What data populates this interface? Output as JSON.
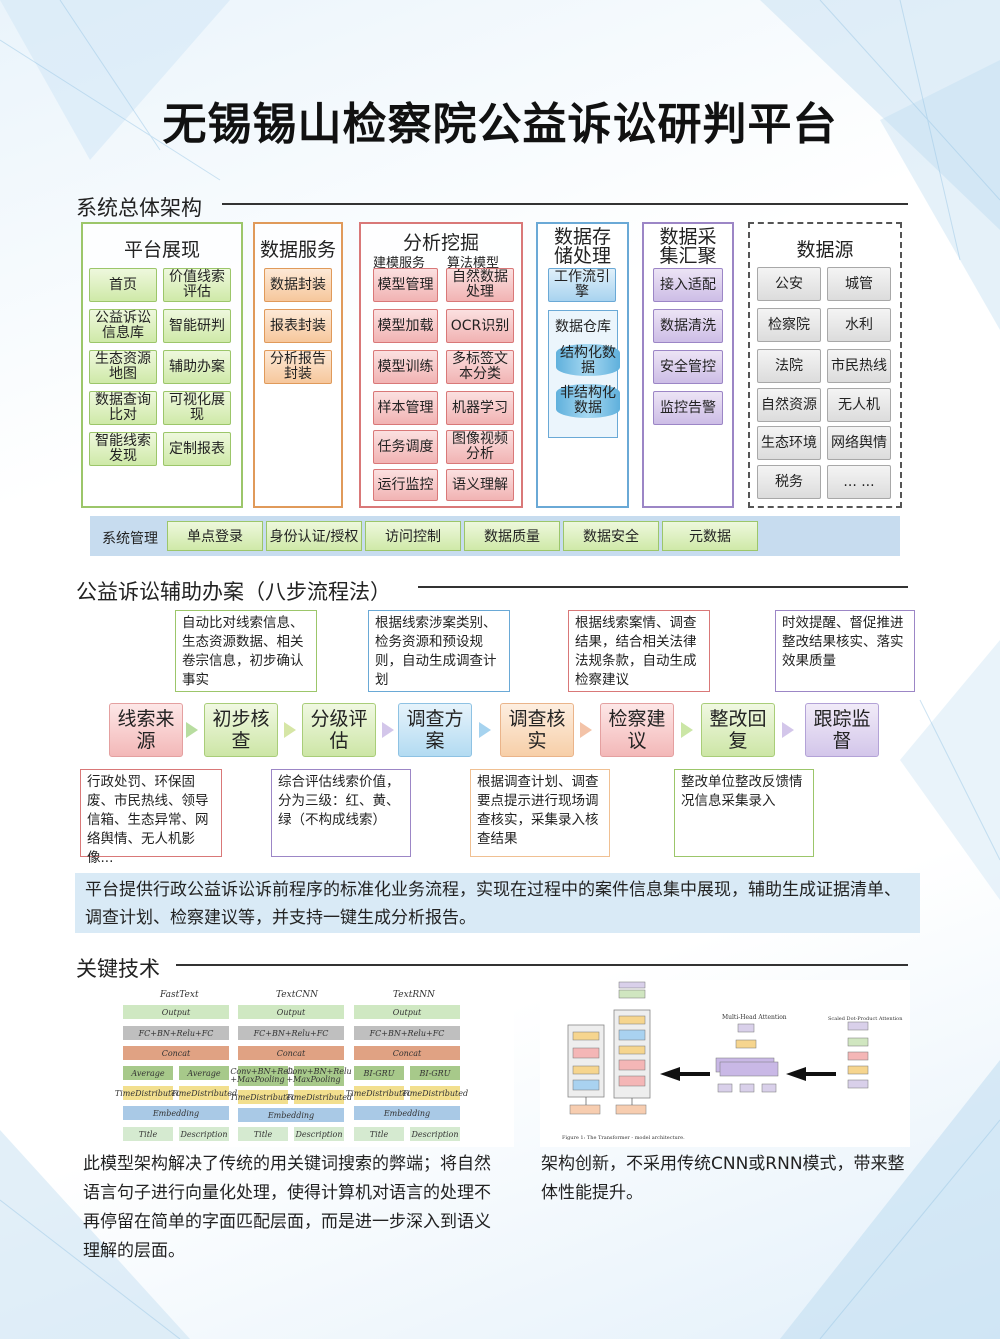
{
  "title": "无锡锡山检察院公益诉讼研判平台",
  "section1": {
    "heading": "系统总体架构",
    "platform": {
      "title": "平台展现",
      "items": [
        "首页",
        "价值线索评估",
        "公益诉讼信息库",
        "智能研判",
        "生态资源地图",
        "辅助办案",
        "数据查询比对",
        "可视化展现",
        "智能线索发现",
        "定制报表"
      ]
    },
    "service": {
      "title": "数据服务",
      "items": [
        "数据封装",
        "报表封装",
        "分析报告封装"
      ]
    },
    "mining": {
      "title": "分析挖掘",
      "sub1": "建模服务",
      "sub2": "算法模型",
      "items": [
        "模型管理",
        "自然数据处理",
        "模型加载",
        "OCR识别",
        "模型训练",
        "多标签文本分类",
        "样本管理",
        "机器学习",
        "任务调度",
        "图像视频分析",
        "运行监控",
        "语义理解"
      ]
    },
    "storage": {
      "title": "数据存储处理",
      "workflow": "工作流引擎",
      "warehouse": "数据仓库",
      "structured": "结构化数据",
      "unstructured": "非结构化数据"
    },
    "collect": {
      "title": "数据采集汇聚",
      "items": [
        "接入适配",
        "数据清洗",
        "安全管控",
        "监控告警"
      ]
    },
    "source": {
      "title": "数据源",
      "items": [
        "公安",
        "城管",
        "检察院",
        "水利",
        "法院",
        "市民热线",
        "自然资源",
        "无人机",
        "生态环境",
        "网络舆情",
        "税务",
        "... ..."
      ]
    },
    "system": {
      "label": "系统管理",
      "items": [
        "单点登录",
        "身份认证/授权",
        "访问控制",
        "数据质量",
        "数据安全",
        "元数据"
      ]
    }
  },
  "section2": {
    "heading": "公益诉讼辅助办案（八步流程法）",
    "steps": [
      "线索来源",
      "初步核查",
      "分级评估",
      "调查方案",
      "调查核实",
      "检察建议",
      "整改回复",
      "跟踪监督"
    ],
    "top_notes": [
      "自动比对线索信息、生态资源数据、相关卷宗信息，初步确认事实",
      "根据线索涉案类别、检务资源和预设规则，自动生成调查计划",
      "根据线索案情、调查结果，结合相关法律法规条款，自动生成检察建议",
      "时效提醒、督促推进整改结果核实、落实效果质量"
    ],
    "bottom_notes": [
      "行政处罚、环保固废、市民热线、领导信箱、生态异常、网络舆情、无人机影像...",
      "综合评估线索价值，分为三级：红、黄、绿（不构成线索）",
      "根据调查计划、调查要点提示进行现场调查核实，采集录入核查结果",
      "整改单位整改反馈情况信息采集录入"
    ],
    "summary": "平台提供行政公益诉讼诉前程序的标准化业务流程，实现在过程中的案件信息集中展现，辅助生成证据清单、调查计划、检察建议等，并支持一键生成分析报告。"
  },
  "section3": {
    "heading": "关键技术",
    "models": {
      "names": [
        "FastText",
        "TextCNN",
        "TextRNN"
      ],
      "output": "Output",
      "fc": [
        "FC+BN+Relu+FC",
        "FC+BN+Relu+FC",
        "FC+BN+Relu+FC"
      ],
      "concat": "Concat",
      "mid": [
        [
          "Average",
          "Average"
        ],
        [
          "Conv+BN+Relu +MaxPooling",
          "Conv+BN+Relu +MaxPooling"
        ],
        [
          "BI-GRU",
          "BI-GRU"
        ]
      ],
      "timedist": "TimeDistributed",
      "embedding": "Embedding",
      "inputs": [
        "Title",
        "Description"
      ]
    },
    "transformer": {
      "mha": "Multi-Head Attention",
      "sdpa": "Scaled Dot-Product Attention",
      "caption": "Figure 1: The Transformer - model architecture."
    },
    "text_left": "此模型架构解决了传统的用关键词搜索的弊端；将自然语言句子进行向量化处理，使得计算机对语言的处理不再停留在简单的字面匹配层面，而是进一步深入到语义理解的层面。",
    "text_right": "架构创新，不采用传统CNN或RNN模式，带来整体性能提升。"
  },
  "colors": {
    "green": "#9cc66a",
    "orange": "#e09a5a",
    "red": "#d97878",
    "blue": "#6aa9d6",
    "purple": "#9c86c6"
  }
}
